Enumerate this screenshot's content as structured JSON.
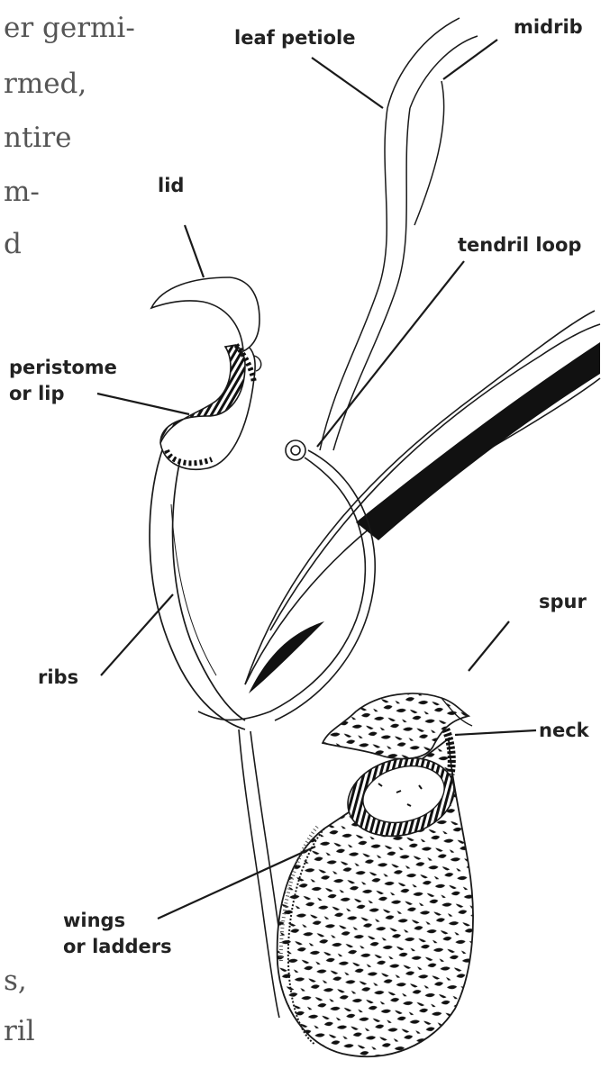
{
  "labels": {
    "leaf_petiole": "leaf petiole",
    "midrib": "midrib",
    "lid": "lid",
    "tendril_loop": "tendril loop",
    "peristome_line1": "peristome",
    "peristome_line2": "or lip",
    "spur": "spur",
    "ribs": "ribs",
    "neck": "neck",
    "wings_line1": "wings",
    "wings_line2": "or ladders"
  },
  "background_text": {
    "lines_top": [
      "er germi-",
      "rmed,",
      "ntire",
      "m-",
      "d"
    ],
    "lines_bottom": [
      "s,",
      "ril"
    ]
  },
  "colors": {
    "ink": "#1a1a1a",
    "label": "#222222",
    "page_text": "#555555",
    "background": "#ffffff"
  }
}
